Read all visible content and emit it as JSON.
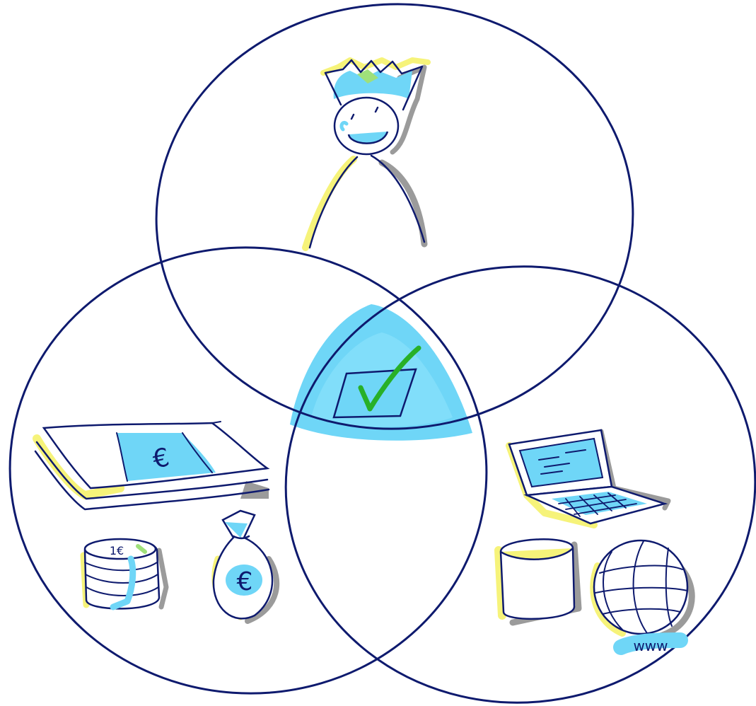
{
  "colors": {
    "outline": "#0e1a6e",
    "highlight_yellow": "#f6f37a",
    "highlight_blue": "#6fd6f7",
    "shadow_gray": "#9b9b9b",
    "check_green": "#28b028",
    "background": "#ffffff"
  },
  "diagram": {
    "type": "three-circle-venn",
    "circles": [
      {
        "role": "top",
        "icons": [
          "king-person-icon"
        ]
      },
      {
        "role": "bottom-left",
        "icons": [
          "banknote-stack-icon",
          "coin-stack-icon",
          "money-bag-icon"
        ]
      },
      {
        "role": "bottom-right",
        "icons": [
          "laptop-icon",
          "database-icon",
          "globe-icon"
        ]
      }
    ],
    "center_icon": "checkbox-checked-icon"
  },
  "labels": {
    "euro_banknote": "€",
    "euro_bag": "€",
    "coin_mark": "1€",
    "globe_www": "www"
  }
}
